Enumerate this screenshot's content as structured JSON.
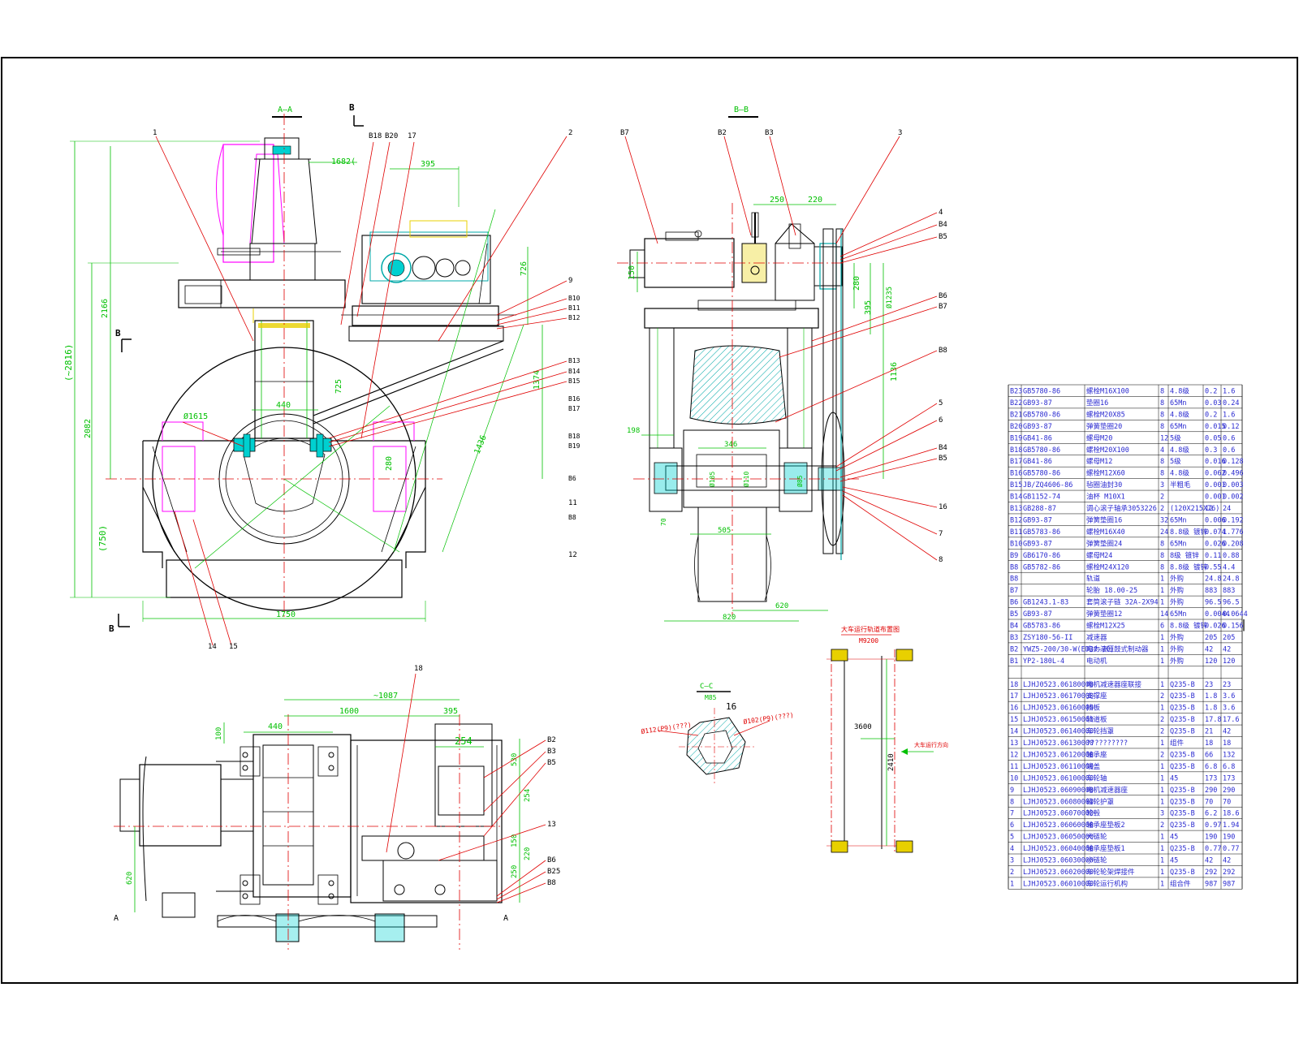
{
  "views": {
    "aa_title": "A—A",
    "bb_title": "B—B",
    "section_b": "B",
    "section_a": "A",
    "cc_title": "C—C"
  },
  "callouts": {
    "aa": [
      "1",
      "B18",
      "B20",
      "17",
      "2",
      "9",
      "B10",
      "B11",
      "B12",
      "B13",
      "B14",
      "B15",
      "B16",
      "B17",
      "B18",
      "B19",
      "11",
      "B6",
      "B8",
      "12",
      "14",
      "15"
    ],
    "bb": [
      "B7",
      "B2",
      "B3",
      "3",
      "4",
      "B4",
      "B5",
      "B6",
      "B7",
      "B8",
      "5",
      "6",
      "B4",
      "B5",
      "16",
      "7",
      "8"
    ],
    "plan": [
      "18",
      "B2",
      "B3",
      "B5",
      "13",
      "B6",
      "B25",
      "B8"
    ]
  },
  "dimensions": {
    "aa": {
      "total_height": "(~2816)",
      "h2166": "2166",
      "h2082": "2082",
      "h750": "(750)",
      "w1750": "1750",
      "w395": "395",
      "w1682": "1682(",
      "w440": "440",
      "d1615": "Ø1615",
      "h725": "725",
      "h280": "280",
      "h726": "726",
      "h1374": "1374",
      "d1436": "1436"
    },
    "bb": {
      "w250": "250",
      "w220": "220",
      "h150": "150",
      "h280": "280",
      "h395": "395",
      "h1136": "1136",
      "w198": "198",
      "w346": "346",
      "w505": "505",
      "w820": "820",
      "w620": "620",
      "d185": "Ø185",
      "d110": "Ø110",
      "d85": "Ø85",
      "h70": "70",
      "d1235": "Ø1235"
    },
    "plan": {
      "w1087": "~1087",
      "w1600": "1600",
      "w395": "395",
      "w440": "440",
      "h100": "100",
      "w254": "254",
      "h530": "530",
      "h254": "254",
      "h150": "150",
      "h220": "220",
      "h250": "250",
      "h620": "620"
    },
    "cc": {
      "m85": "M85",
      "w16": "16",
      "left": "Ø112(P9)(???)",
      "right": "Ø102(P9)(???)"
    },
    "track": {
      "title": "大车运行轨道布置图",
      "spec": "M9200",
      "w3600": "3600",
      "h2410": "2410",
      "arrow": "大车运行方向"
    }
  },
  "bom": [
    {
      "no": "B23",
      "code": "GB5780-86",
      "name": "螺栓M16X100",
      "qty": "8",
      "mat": "4.8级",
      "w1": "0.2",
      "w2": "1.6"
    },
    {
      "no": "B22",
      "code": "GB93-87",
      "name": "垫圈16",
      "qty": "8",
      "mat": "65Mn",
      "w1": "0.03",
      "w2": "0.24"
    },
    {
      "no": "B21",
      "code": "GB5780-86",
      "name": "螺栓M20X85",
      "qty": "8",
      "mat": "4.8级",
      "w1": "0.2",
      "w2": "1.6"
    },
    {
      "no": "B20",
      "code": "GB93-87",
      "name": "弹簧垫圈20",
      "qty": "8",
      "mat": "65Mn",
      "w1": "0.015",
      "w2": "0.12"
    },
    {
      "no": "B19",
      "code": "GB41-86",
      "name": "螺母M20",
      "qty": "12",
      "mat": "5级",
      "w1": "0.05",
      "w2": "0.6"
    },
    {
      "no": "B18",
      "code": "GB5780-86",
      "name": "螺栓M20X100",
      "qty": "4",
      "mat": "4.8级",
      "w1": "0.3",
      "w2": "0.6"
    },
    {
      "no": "B17",
      "code": "GB41-86",
      "name": "螺母M12",
      "qty": "8",
      "mat": "5级",
      "w1": "0.016",
      "w2": "0.128"
    },
    {
      "no": "B16",
      "code": "GB5780-86",
      "name": "螺栓M12X60",
      "qty": "8",
      "mat": "4.8级",
      "w1": "0.062",
      "w2": "0.496"
    },
    {
      "no": "B15",
      "code": "JB/ZQ4606-86",
      "name": "毡圈油封30",
      "qty": "3",
      "mat": "半粗毛",
      "w1": "0.001",
      "w2": "0.003"
    },
    {
      "no": "B14",
      "code": "GB1152-74",
      "name": "油杯 M10X1",
      "qty": "2",
      "mat": "",
      "w1": "0.001",
      "w2": "0.002"
    },
    {
      "no": "B13",
      "code": "GB288-87",
      "name": "调心滚子轴承3053226",
      "qty": "2",
      "mat": "(120X215X76)",
      "w1": "12",
      "w2": "24"
    },
    {
      "no": "B12",
      "code": "GB93-87",
      "name": "弹簧垫圈16",
      "qty": "32",
      "mat": "65Mn",
      "w1": "0.006",
      "w2": "0.192"
    },
    {
      "no": "B11",
      "code": "GB5783-86",
      "name": "螺栓M16X40",
      "qty": "24",
      "mat": "8.8级 镀锌",
      "w1": "0.074",
      "w2": "1.776"
    },
    {
      "no": "B10",
      "code": "GB93-87",
      "name": "弹簧垫圈24",
      "qty": "8",
      "mat": "65Mn",
      "w1": "0.026",
      "w2": "0.208"
    },
    {
      "no": "B9",
      "code": "GB6170-86",
      "name": "螺母M24",
      "qty": "8",
      "mat": "8级 镀锌",
      "w1": "0.11",
      "w2": "0.88"
    },
    {
      "no": "B8",
      "code": "GB5782-86",
      "name": "螺栓M24X120",
      "qty": "8",
      "mat": "8.8级 镀锌",
      "w1": "0.55",
      "w2": "4.4"
    },
    {
      "no": "B8",
      "code": "",
      "name": "轨道",
      "qty": "1",
      "mat": "外购",
      "w1": "24.8",
      "w2": "24.8"
    },
    {
      "no": "B7",
      "code": "",
      "name": "轮胎 18.00-25",
      "qty": "1",
      "mat": "外购",
      "w1": "883",
      "w2": "883"
    },
    {
      "no": "B6",
      "code": "GB1243.1-83",
      "name": "套筒滚子链 32A-2X94",
      "qty": "1",
      "mat": "外购",
      "w1": "96.5",
      "w2": "96.5"
    },
    {
      "no": "B5",
      "code": "GB93-87",
      "name": "弹簧垫圈12",
      "qty": "14",
      "mat": "65Mn",
      "w1": "0.0044",
      "w2": "0.0644"
    },
    {
      "no": "B4",
      "code": "GB5783-86",
      "name": "螺栓M12X25",
      "qty": "6",
      "mat": "8.8级 镀锌",
      "w1": "0.026",
      "w2": "0.156"
    },
    {
      "no": "B3",
      "code": "ZSY180-56-II",
      "name": "减速器",
      "qty": "1",
      "mat": "外购",
      "w1": "205",
      "w2": "205"
    },
    {
      "no": "B2",
      "code": "YWZ5-200/30-W(ED30-20)",
      "name": "电力液压鼓式制动器",
      "qty": "1",
      "mat": "外购",
      "w1": "42",
      "w2": "42"
    },
    {
      "no": "B1",
      "code": "YP2-180L-4",
      "name": "电动机",
      "qty": "1",
      "mat": "外购",
      "w1": "120",
      "w2": "120"
    },
    {
      "no": "",
      "code": "",
      "name": "",
      "qty": "",
      "mat": "",
      "w1": "",
      "w2": ""
    },
    {
      "no": "18",
      "code": "LJHJ0523.06180000",
      "name": "电机减速器座联接",
      "qty": "1",
      "mat": "Q235-B",
      "w1": "23",
      "w2": "23"
    },
    {
      "no": "17",
      "code": "LJHJ0523.06170000",
      "name": "支撑座",
      "qty": "2",
      "mat": "Q235-B",
      "w1": "1.8",
      "w2": "3.6"
    },
    {
      "no": "16",
      "code": "LJHJ0523.06160000",
      "name": "挡板",
      "qty": "1",
      "mat": "Q235-B",
      "w1": "1.8",
      "w2": "3.6"
    },
    {
      "no": "15",
      "code": "LJHJ0523.06150000",
      "name": "轨道板",
      "qty": "2",
      "mat": "Q235-B",
      "w1": "17.8",
      "w2": "17.6"
    },
    {
      "no": "14",
      "code": "LJHJ0523.06140000",
      "name": "车轮挡罩",
      "qty": "2",
      "mat": "Q235-B",
      "w1": "21",
      "w2": "42"
    },
    {
      "no": "13",
      "code": "LJHJ0523.06130000",
      "name": "??????????",
      "qty": "1",
      "mat": "组件",
      "w1": "18",
      "w2": "18"
    },
    {
      "no": "12",
      "code": "LJHJ0523.06120000",
      "name": "轴承座",
      "qty": "2",
      "mat": "Q235-B",
      "w1": "66",
      "w2": "132"
    },
    {
      "no": "11",
      "code": "LJHJ0523.06110000",
      "name": "端盖",
      "qty": "1",
      "mat": "Q235-B",
      "w1": "6.8",
      "w2": "6.8"
    },
    {
      "no": "10",
      "code": "LJHJ0523.06100000",
      "name": "车轮轴",
      "qty": "1",
      "mat": "45",
      "w1": "173",
      "w2": "173"
    },
    {
      "no": "9",
      "code": "LJHJ0523.06090000",
      "name": "电机减速器座",
      "qty": "1",
      "mat": "Q235-B",
      "w1": "290",
      "w2": "290"
    },
    {
      "no": "8",
      "code": "LJHJ0523.06080000",
      "name": "链轮护罩",
      "qty": "1",
      "mat": "Q235-B",
      "w1": "70",
      "w2": "70"
    },
    {
      "no": "7",
      "code": "LJHJ0523.06070000",
      "name": "轮毂",
      "qty": "3",
      "mat": "Q235-B",
      "w1": "6.2",
      "w2": "18.6"
    },
    {
      "no": "6",
      "code": "LJHJ0523.06060000",
      "name": "轴承座垫板2",
      "qty": "2",
      "mat": "Q235-B",
      "w1": "0.97",
      "w2": "1.94"
    },
    {
      "no": "5",
      "code": "LJHJ0523.06050000",
      "name": "大链轮",
      "qty": "1",
      "mat": "45",
      "w1": "190",
      "w2": "190"
    },
    {
      "no": "4",
      "code": "LJHJ0523.06040000",
      "name": "轴承座垫板1",
      "qty": "1",
      "mat": "Q235-B",
      "w1": "0.77",
      "w2": "0.77"
    },
    {
      "no": "3",
      "code": "LJHJ0523.06030000",
      "name": "小链轮",
      "qty": "1",
      "mat": "45",
      "w1": "42",
      "w2": "42"
    },
    {
      "no": "2",
      "code": "LJHJ0523.06020000",
      "name": "车轮轮架焊接件",
      "qty": "1",
      "mat": "Q235-B",
      "w1": "292",
      "w2": "292"
    },
    {
      "no": "1",
      "code": "LJHJ0523.06010000",
      "name": "车轮运行机构",
      "qty": "1",
      "mat": "组合件",
      "w1": "987",
      "w2": "987"
    }
  ],
  "colors": {
    "outline": "#000000",
    "dimension": "#00c000",
    "leader": "#e00000",
    "centerline": "#e00000",
    "hidden": "#ff00ff",
    "fill_cyan": "#00d0d0",
    "hatch": "#00a8a8",
    "yellow": "#e8d000",
    "bom_text": "#2a2ad0"
  }
}
